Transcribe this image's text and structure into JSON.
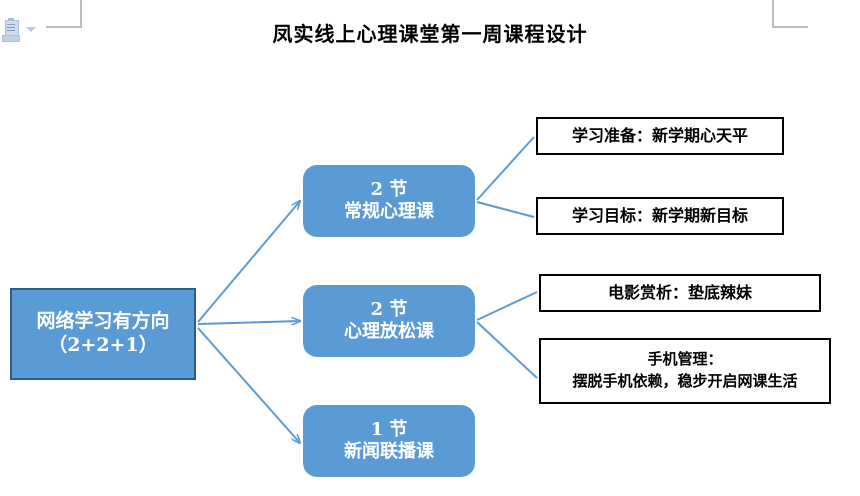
{
  "document": {
    "title": "凤实线上心理课堂第一周课程设计"
  },
  "word_chrome": {
    "paste_options_icon": "paste-icon",
    "paste_dropdown_icon": "chevron-down-icon",
    "margin_marks": [
      "corner-mark-top-left",
      "corner-mark-top-right"
    ]
  },
  "diagram": {
    "colors": {
      "node_fill": "#5B9BD5",
      "root_border": "#2E5F8A",
      "connector": "#5B9BD5",
      "leaf_border": "#000000",
      "node_text": "#FFFFFF",
      "leaf_text": "#000000"
    },
    "root": {
      "line1": "网络学习有方向",
      "line2": "（2+2+1）"
    },
    "branches": [
      {
        "count_line": "2 节",
        "name_line": "常规心理课",
        "leaves": [
          {
            "line1": "学习准备：新学期心天平"
          },
          {
            "line1": "学习目标：新学期新目标"
          }
        ]
      },
      {
        "count_line": "2 节",
        "name_line": "心理放松课",
        "leaves": [
          {
            "line1": "电影赏析：垫底辣妹"
          },
          {
            "line1": "手机管理：",
            "line2": "摆脱手机依赖，稳步开启网课生活"
          }
        ]
      },
      {
        "count_line": "1 节",
        "name_line": "新闻联播课",
        "leaves": []
      }
    ]
  }
}
